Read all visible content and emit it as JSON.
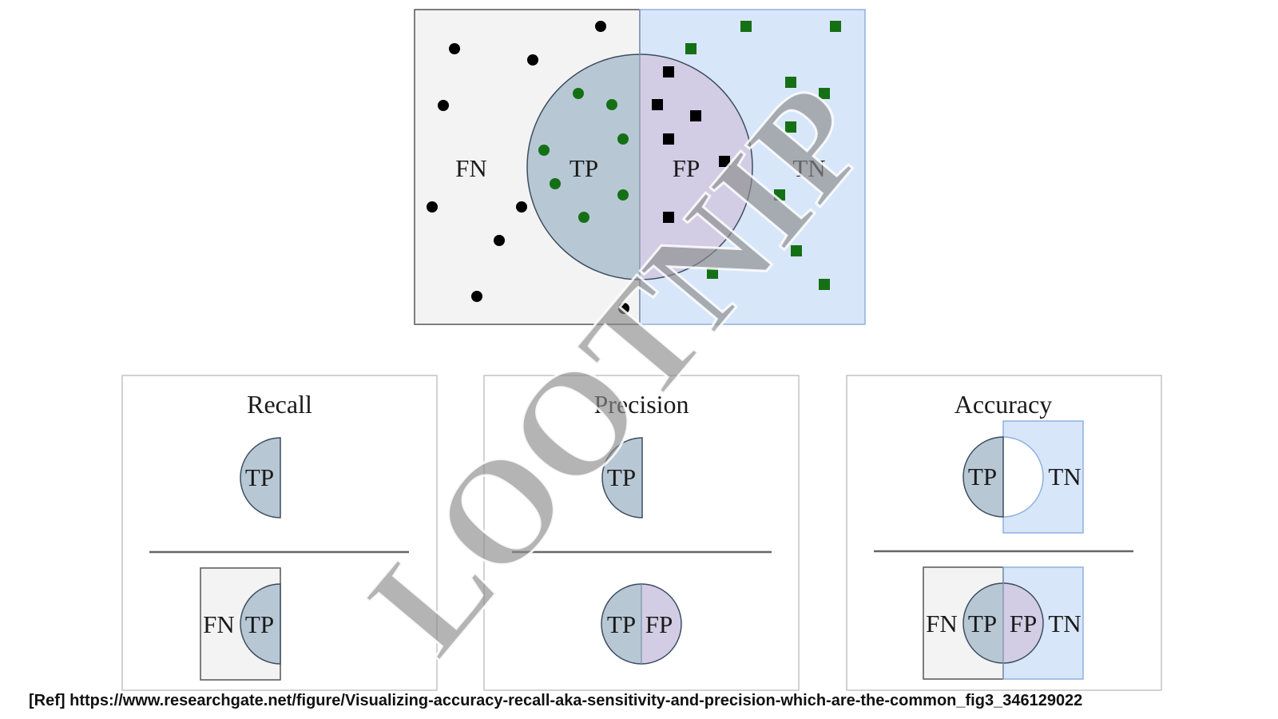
{
  "colors": {
    "fn_fill": "#f3f3f3",
    "tn_fill": "#d8e6fa",
    "tn_stroke": "#8fb0e0",
    "tp_fill": "#b8c7d4",
    "fp_fill": "#d2cde5",
    "circle_stroke": "#3d4d60",
    "positive_point": "#000000",
    "negative_point": "#157015",
    "divider": "#666666",
    "panel_border": "#c4c4c4"
  },
  "main": {
    "fn": "FN",
    "tp": "TP",
    "fp": "FP",
    "tn": "TN"
  },
  "panels": {
    "recall": {
      "title": "Recall",
      "numerator_tp": "TP",
      "denominator_fn": "FN",
      "denominator_tp": "TP"
    },
    "precision": {
      "title": "Precision",
      "numerator_tp": "TP",
      "denominator_tp": "TP",
      "denominator_fp": "FP"
    },
    "accuracy": {
      "title": "Accuracy",
      "numerator_tp": "TP",
      "numerator_tn": "TN",
      "denominator_fn": "FN",
      "denominator_tp": "TP",
      "denominator_fp": "FP",
      "denominator_tn": "TN"
    }
  },
  "watermark": "LOOTNIP",
  "reference": "[Ref] https://www.researchgate.net/figure/Visualizing-accuracy-recall-aka-sensitivity-and-precision-which-are-the-common_fig3_346129022"
}
